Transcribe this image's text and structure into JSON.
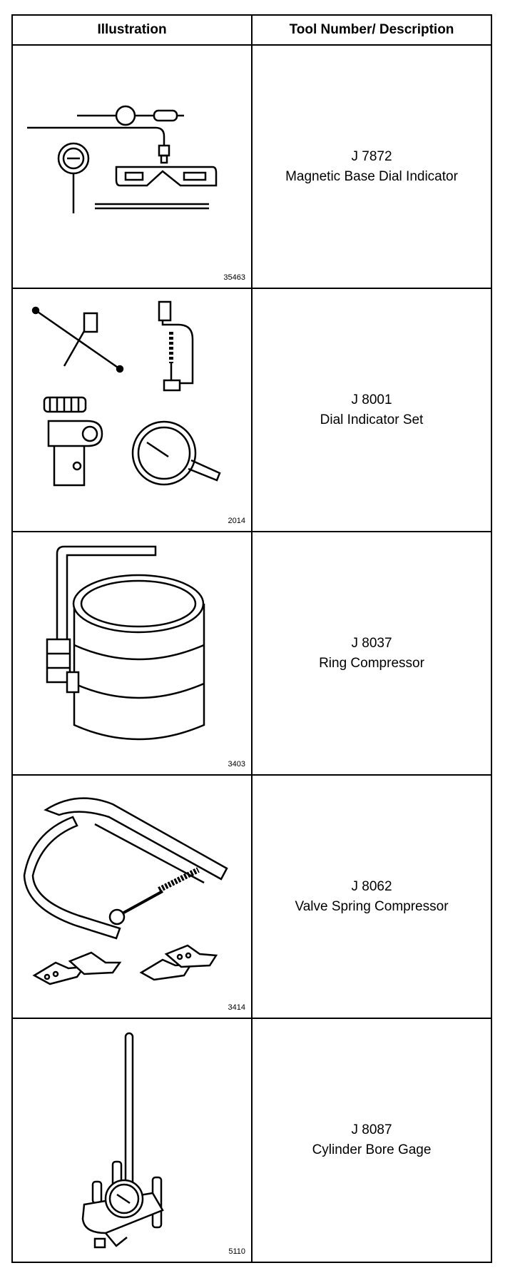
{
  "header": {
    "illustration": "Illustration",
    "description": "Tool Number/ Description"
  },
  "rows": [
    {
      "tool_number": "J 7872",
      "description": "Magnetic Base Dial Indicator",
      "figure_number": "35463"
    },
    {
      "tool_number": "J 8001",
      "description": "Dial Indicator Set",
      "figure_number": "2014"
    },
    {
      "tool_number": "J 8037",
      "description": "Ring Compressor",
      "figure_number": "3403"
    },
    {
      "tool_number": "J 8062",
      "description": "Valve Spring Compressor",
      "figure_number": "3414"
    },
    {
      "tool_number": "J 8087",
      "description": "Cylinder Bore Gage",
      "figure_number": "5110"
    }
  ]
}
